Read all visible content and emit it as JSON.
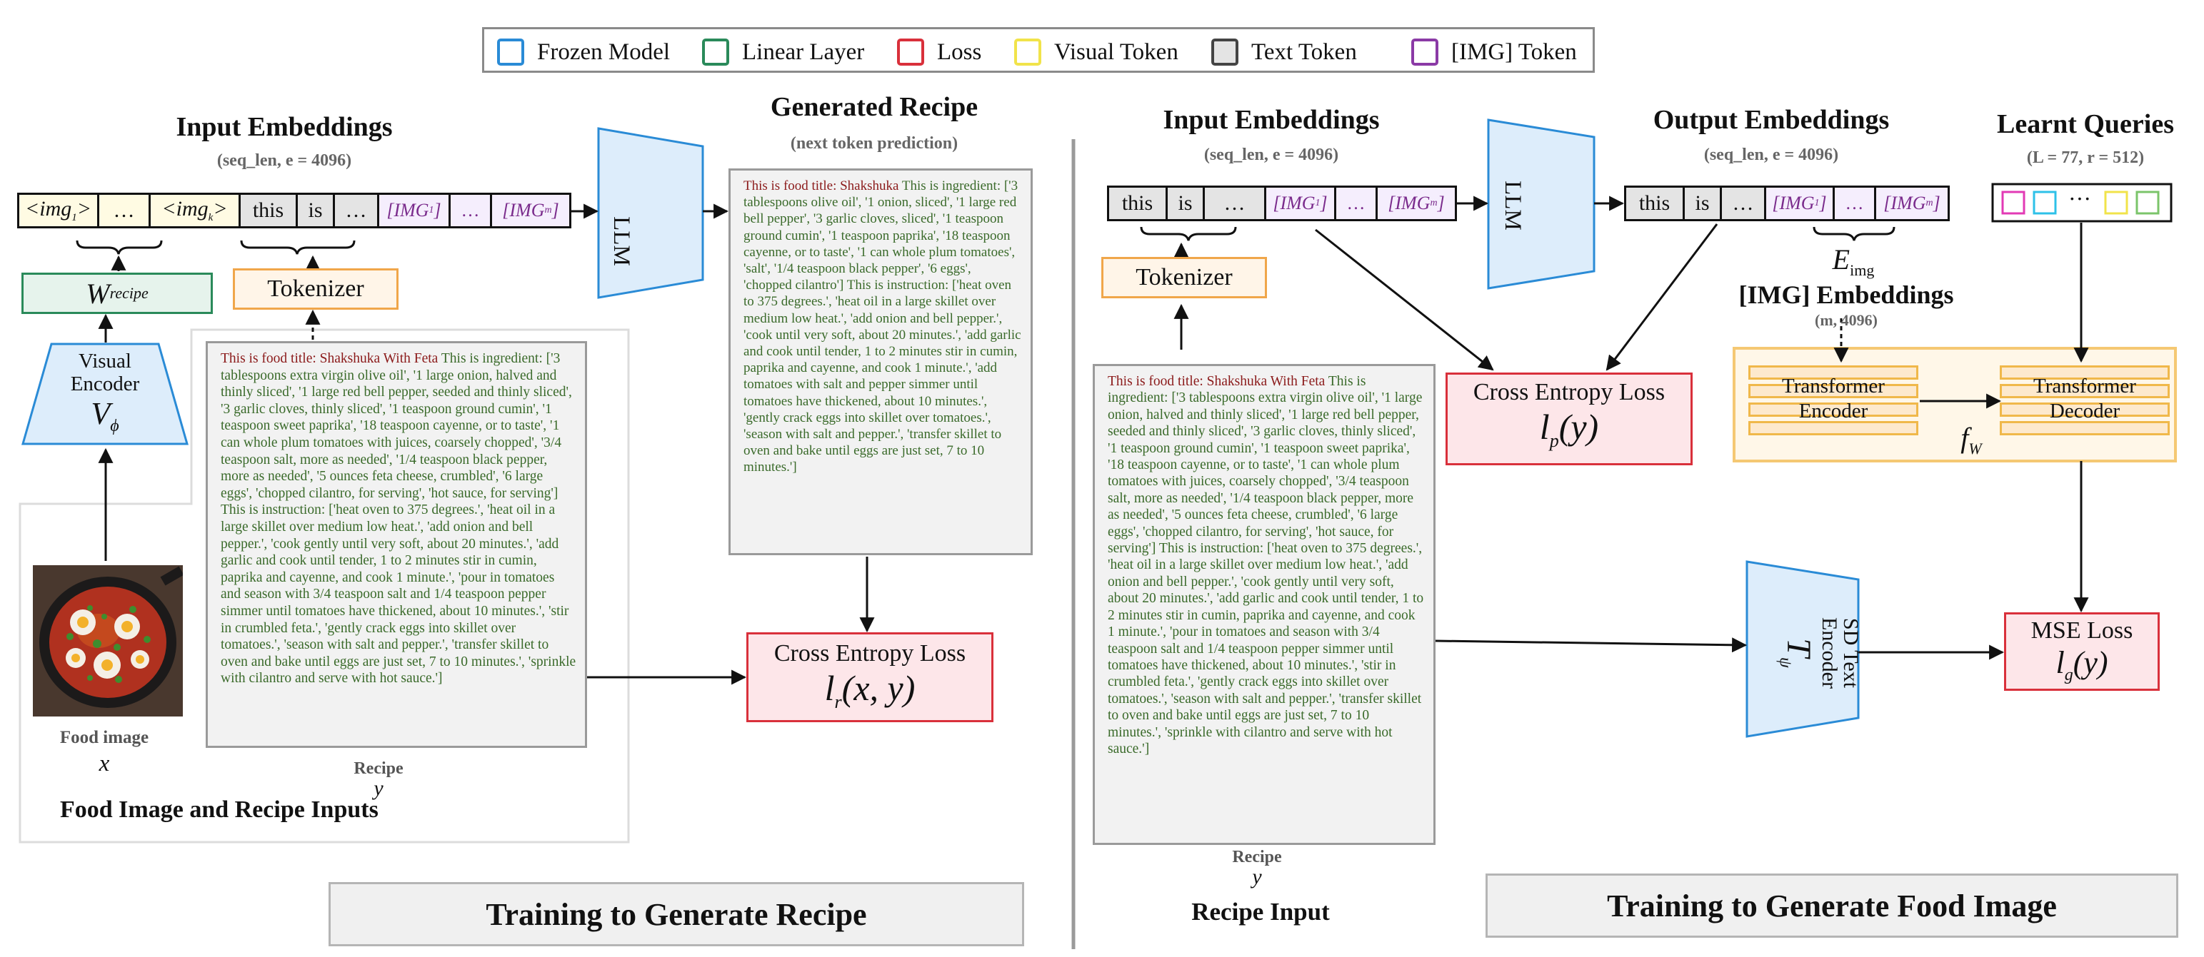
{
  "legend": [
    {
      "label": "Frozen Model",
      "color": "#2a8bd6"
    },
    {
      "label": "Linear Layer",
      "color": "#2a8a5a"
    },
    {
      "label": "Loss",
      "color": "#d9303b"
    },
    {
      "label": "Visual Token",
      "color": "#f1e34a"
    },
    {
      "label": "Text Token",
      "color": "#444444"
    },
    {
      "label": "[IMG] Token",
      "color": "#8b3aa6"
    }
  ],
  "left": {
    "input_embeddings": {
      "title": "Input Embeddings",
      "subtitle": "(seq_len, e = 4096)"
    },
    "tokens": {
      "img_first": "<img",
      "img_first_sub": "1",
      "dots1": "…",
      "img_k": "<img",
      "img_k_sub": "k",
      "close": ">",
      "this": "this",
      "is": "is",
      "dots2": "…",
      "img1": "IMG",
      "img1_sub": "1",
      "dots3": "…",
      "imgm": "IMG",
      "imgm_sub": "m"
    },
    "w_recipe": {
      "main": "W",
      "sub": "recipe"
    },
    "tokenizer": "Tokenizer",
    "visual_encoder": {
      "line1": "Visual",
      "line2": "Encoder",
      "symbol": "V",
      "symbol_sub": "ϕ"
    },
    "food_image_label": "Food image",
    "food_image_var": "x",
    "recipe_label": "Recipe",
    "recipe_var": "y",
    "inputs_title": "Food Image and Recipe Inputs",
    "recipe_title": "This is food title: Shakshuka With Feta",
    "recipe_body": " This is ingredient: ['3 tablespoons extra virgin olive oil', '1 large onion, halved and thinly sliced', '1 large red bell pepper, seeded and thinly sliced', '3 garlic cloves, thinly sliced', '1 teaspoon ground cumin', '1 teaspoon sweet paprika', '18 teaspoon cayenne, or to taste', '1 can whole plum tomatoes with juices, coarsely chopped', '3/4 teaspoon salt, more as needed', '1/4 teaspoon black pepper, more as needed', '5 ounces feta cheese, crumbled', '6 large eggs', 'chopped cilantro, for serving', 'hot sauce, for serving'] This is instruction: ['heat oven to 375 degrees.', 'heat oil in a large skillet over medium low heat.', 'add onion and bell pepper.', 'cook gently until very soft, about 20 minutes.', 'add garlic and cook until tender, 1 to 2 minutes stir in cumin, paprika and cayenne, and cook 1 minute.', 'pour in tomatoes and season with 3/4 teaspoon salt and 1/4 teaspoon pepper simmer until tomatoes have thickened, about 10 minutes.', 'stir in crumbled feta.', 'gently crack eggs into skillet over tomatoes.', 'season with salt and pepper.', 'transfer skillet to oven and bake until eggs are just set, 7 to 10 minutes.', 'sprinkle with cilantro and serve with hot sauce.']",
    "llm": "LLM",
    "generated": {
      "title": "Generated Recipe",
      "subtitle": "(next token prediction)"
    },
    "gen_title": "This is food title: Shakshuka",
    "gen_body": " This is ingredient: ['3 tablespoons olive oil', '1 onion, sliced', '1 large red bell pepper', '3 garlic cloves, sliced', '1 teaspoon ground cumin', '1 teaspoon paprika', '18 teaspoon cayenne, or to taste', '1 can whole plum tomatoes', 'salt', '1/4 teaspoon black pepper', '6 eggs', 'chopped cilantro'] This is instruction: ['heat oven to 375 degrees.', 'heat oil in a large skillet over medium low heat.', 'add onion and bell pepper.', 'cook until very soft, about 20 minutes.', 'add garlic and cook until tender, 1 to 2 minutes stir in cumin, paprika and cayenne, and cook 1 minute.', 'add tomatoes with salt and pepper simmer until tomatoes have thickened, about 10 minutes.', 'gently crack eggs into skillet over tomatoes.', 'season with salt and pepper.', 'transfer skillet to oven and bake until eggs are just set, 7 to 10 minutes.']",
    "loss": {
      "name": "Cross Entropy Loss",
      "symbol": "l",
      "sub": "r",
      "args": "(x, y)"
    },
    "footer": "Training to Generate Recipe"
  },
  "right": {
    "input_embeddings": {
      "title": "Input Embeddings",
      "subtitle": "(seq_len, e = 4096)"
    },
    "output_embeddings": {
      "title": "Output Embeddings",
      "subtitle": "(seq_len, e = 4096)"
    },
    "learnt_queries": {
      "title": "Learnt Queries",
      "subtitle": "(L = 77, r = 512)",
      "dots": "···"
    },
    "tokens": {
      "this": "this",
      "is": "is",
      "dots": "…",
      "img": "IMG",
      "img1_sub": "1",
      "imgm_sub": "m"
    },
    "llm": "LLM",
    "e_img": {
      "main": "E",
      "sub": "img"
    },
    "img_embeddings": {
      "title": "[IMG] Embeddings",
      "subtitle": "(m, 4096)"
    },
    "tokenizer": "Tokenizer",
    "loss_ce": {
      "name": "Cross Entropy Loss",
      "symbol": "l",
      "sub": "p",
      "args": "(y)"
    },
    "transformer_encoder": "Transformer Encoder",
    "transformer_decoder": "Transformer Decoder",
    "f_w": {
      "main": "f",
      "sub": "W"
    },
    "sd_encoder": {
      "line1": "SD Text",
      "line2": "Encoder",
      "symbol": "T",
      "symbol_sub": "ψ"
    },
    "loss_mse": {
      "name": "MSE Loss",
      "symbol": "l",
      "sub": "g",
      "args": "(y)"
    },
    "recipe_title": "This is food title: Shakshuka With Feta",
    "recipe_body": " This is ingredient: ['3 tablespoons extra virgin olive oil', '1 large onion, halved and thinly sliced', '1 large red bell pepper, seeded and thinly sliced', '3 garlic cloves, thinly sliced', '1 teaspoon ground cumin', '1 teaspoon sweet paprika', '18 teaspoon cayenne, or to taste', '1 can whole plum tomatoes with juices, coarsely chopped', '3/4 teaspoon salt, more as needed', '1/4 teaspoon black pepper, more as needed', '5 ounces feta cheese, crumbled', '6 large eggs', 'chopped cilantro, for serving', 'hot sauce, for serving'] This is instruction: ['heat oven to 375 degrees.', 'heat oil in a large skillet over medium low heat.', 'add onion and bell pepper.', 'cook gently until very soft, about 20 minutes.', 'add garlic and cook until tender, 1 to 2 minutes stir in cumin, paprika and cayenne, and cook 1 minute.', 'pour in tomatoes and season with 3/4 teaspoon salt and 1/4 teaspoon pepper simmer until tomatoes have thickened, about 10 minutes.', 'stir in crumbled feta.', 'gently crack eggs into skillet over tomatoes.', 'season with salt and pepper.', 'transfer skillet to oven and bake until eggs are just set, 7 to 10 minutes.', 'sprinkle with cilantro and serve with hot sauce.']",
    "recipe_label": "Recipe",
    "recipe_var": "y",
    "recipe_input_title": "Recipe Input",
    "footer": "Training to Generate Food Image"
  }
}
